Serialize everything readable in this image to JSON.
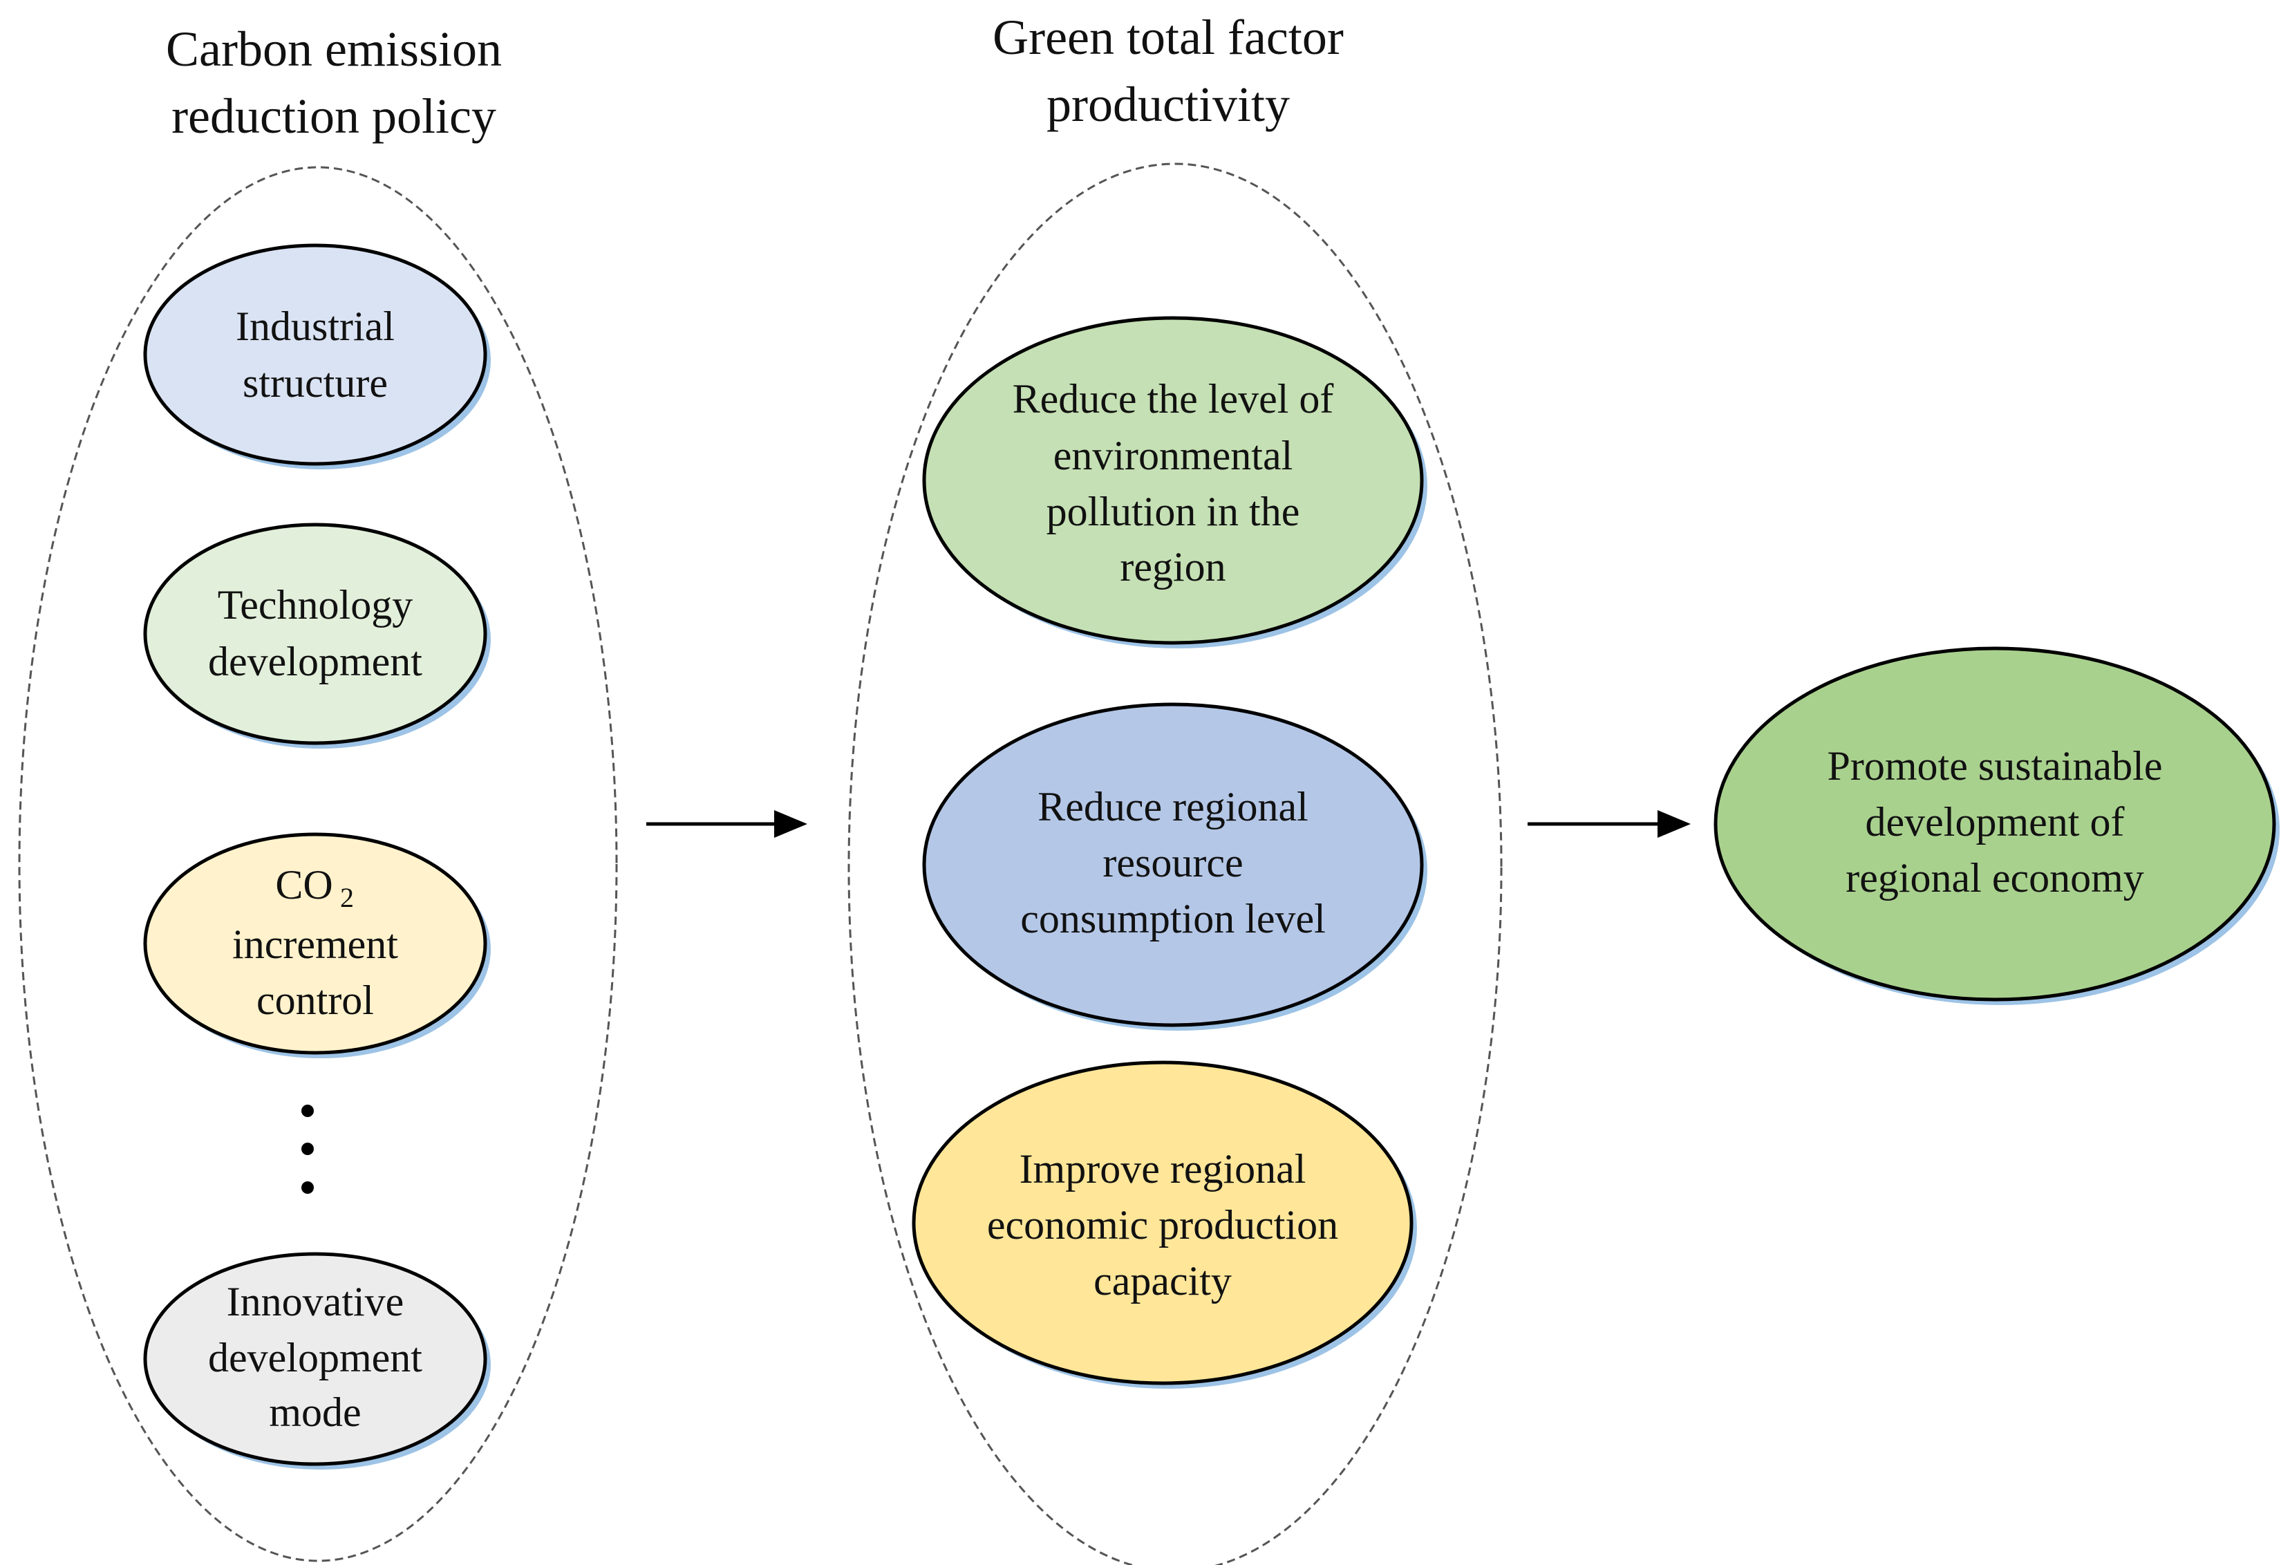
{
  "groups": {
    "left": {
      "title_line1": "Carbon emission",
      "title_line2": "reduction policy"
    },
    "middle": {
      "title_line1": "Green total factor",
      "title_line2": "productivity"
    }
  },
  "nodes": {
    "industrial_structure": {
      "line1": "Industrial",
      "line2": "structure",
      "fill": "#dae3f3"
    },
    "technology_development": {
      "line1": "Technology",
      "line2": "development",
      "fill": "#e2efda"
    },
    "co2_increment_control": {
      "line1_main": "CO",
      "line1_sub": "2",
      "line2": "increment",
      "line3": "control",
      "fill": "#fff2cc"
    },
    "innovative_development_mode": {
      "line1": "Innovative",
      "line2": "development",
      "line3": "mode",
      "fill": "#ececec"
    },
    "reduce_pollution": {
      "line1": "Reduce the level of",
      "line2": "environmental",
      "line3": "pollution in the",
      "line4": "region",
      "fill": "#c5e0b4"
    },
    "reduce_resource": {
      "line1": "Reduce regional",
      "line2": "resource",
      "line3": "consumption level",
      "fill": "#b4c7e7"
    },
    "improve_capacity": {
      "line1": "Improve regional",
      "line2": "economic production",
      "line3": "capacity",
      "fill": "#ffe699"
    },
    "promote_sustainable": {
      "line1": "Promote sustainable",
      "line2": "development of",
      "line3": "regional economy",
      "fill": "#a9d18e"
    }
  },
  "colors": {
    "stroke": "#000000",
    "shadow": "#9dc3e6",
    "dashed_group": "#555555"
  }
}
